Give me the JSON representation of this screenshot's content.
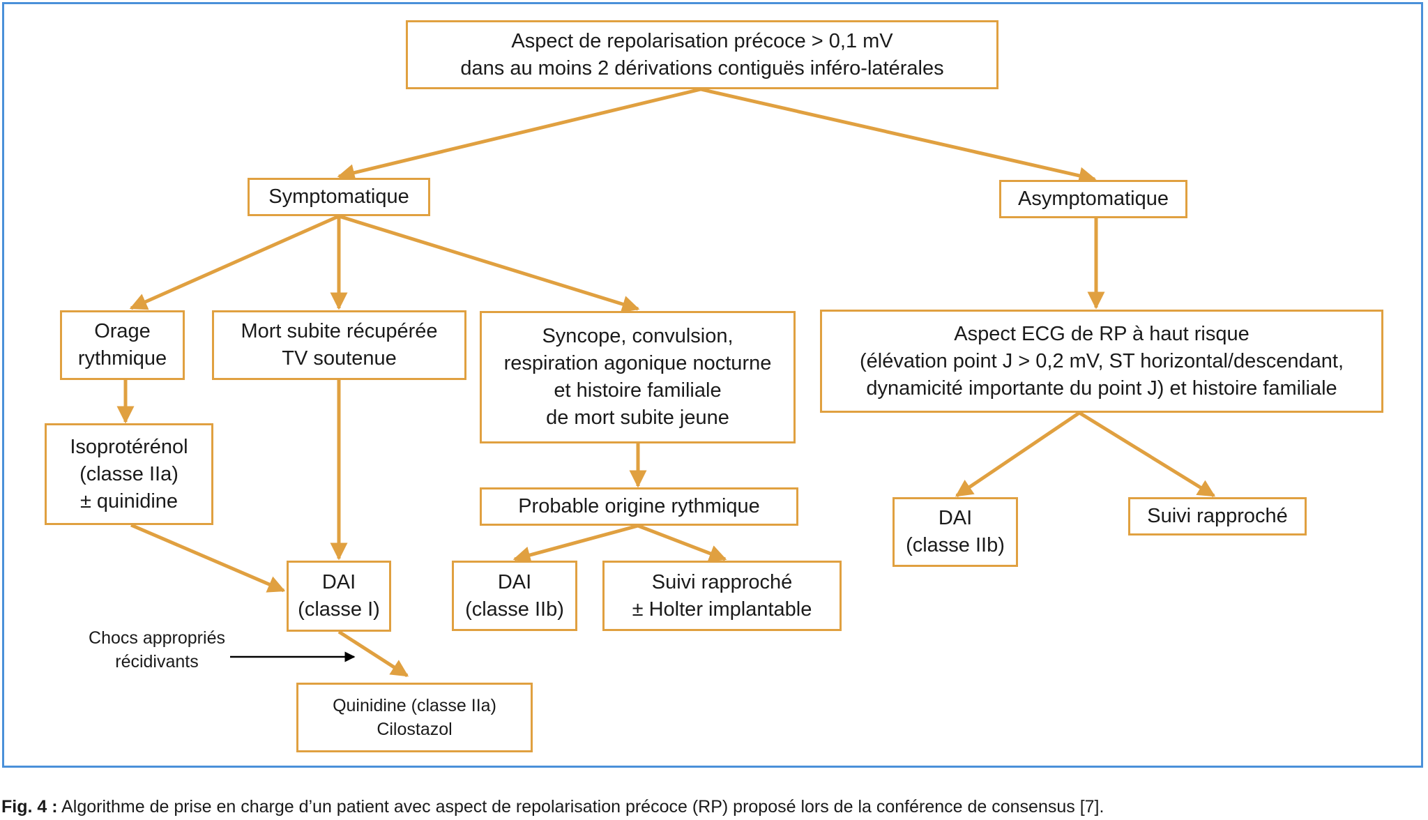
{
  "colors": {
    "frame": "#4a90d9",
    "box_border": "#e0a040",
    "arrow": "#e0a040",
    "note_arrow": "#000000",
    "text": "#1a1a1a"
  },
  "nodes": {
    "root": {
      "lines": [
        "Aspect de repolarisation précoce > 0,1 mV",
        "dans au moins 2 dérivations contiguës inféro-latérales"
      ]
    },
    "symptomatique": {
      "lines": [
        "Symptomatique"
      ]
    },
    "asymptomatique": {
      "lines": [
        "Asymptomatique"
      ]
    },
    "orage": {
      "lines": [
        "Orage",
        "rythmique"
      ]
    },
    "mort_subite": {
      "lines": [
        "Mort subite récupérée",
        "TV soutenue"
      ]
    },
    "syncope": {
      "lines": [
        "Syncope, convulsion,",
        "respiration agonique nocturne",
        "et histoire familiale",
        "de mort subite jeune"
      ]
    },
    "aspect_ecg": {
      "lines": [
        "Aspect ECG de RP à haut risque",
        "(élévation point J > 0,2 mV, ST horizontal/descendant,",
        "dynamicité importante du point J) et histoire familiale"
      ]
    },
    "isoproterenol": {
      "lines": [
        "Isoprotérénol",
        "(classe IIa)",
        "± quinidine"
      ]
    },
    "probable": {
      "lines": [
        "Probable origine rythmique"
      ]
    },
    "dai_i": {
      "lines": [
        "DAI",
        "(classe I)"
      ]
    },
    "dai_iib_left": {
      "lines": [
        "DAI",
        "(classe IIb)"
      ]
    },
    "suivi_holter": {
      "lines": [
        "Suivi rapproché",
        "± Holter implantable"
      ]
    },
    "dai_iib_right": {
      "lines": [
        "DAI",
        "(classe IIb)"
      ]
    },
    "suivi_right": {
      "lines": [
        "Suivi rapproché"
      ]
    },
    "quinidine": {
      "lines": [
        "Quinidine (classe IIa)",
        "Cilostazol"
      ]
    }
  },
  "note": {
    "lines": [
      "Chocs appropriés",
      "récidivants"
    ]
  },
  "caption": {
    "label": "Fig. 4 :",
    "text": " Algorithme de prise en charge d’un patient avec aspect de repolarisation précoce (RP) proposé lors de la conférence de consensus [7]."
  },
  "edges": [
    [
      "root",
      "symptomatique"
    ],
    [
      "root",
      "asymptomatique"
    ],
    [
      "symptomatique",
      "orage"
    ],
    [
      "symptomatique",
      "mort_subite"
    ],
    [
      "symptomatique",
      "syncope"
    ],
    [
      "asymptomatique",
      "aspect_ecg"
    ],
    [
      "orage",
      "isoproterenol"
    ],
    [
      "syncope",
      "probable"
    ],
    [
      "mort_subite",
      "dai_i"
    ],
    [
      "isoproterenol",
      "dai_i"
    ],
    [
      "probable",
      "dai_iib_left"
    ],
    [
      "probable",
      "suivi_holter"
    ],
    [
      "aspect_ecg",
      "dai_iib_right"
    ],
    [
      "aspect_ecg",
      "suivi_right"
    ],
    [
      "dai_i",
      "quinidine"
    ]
  ]
}
